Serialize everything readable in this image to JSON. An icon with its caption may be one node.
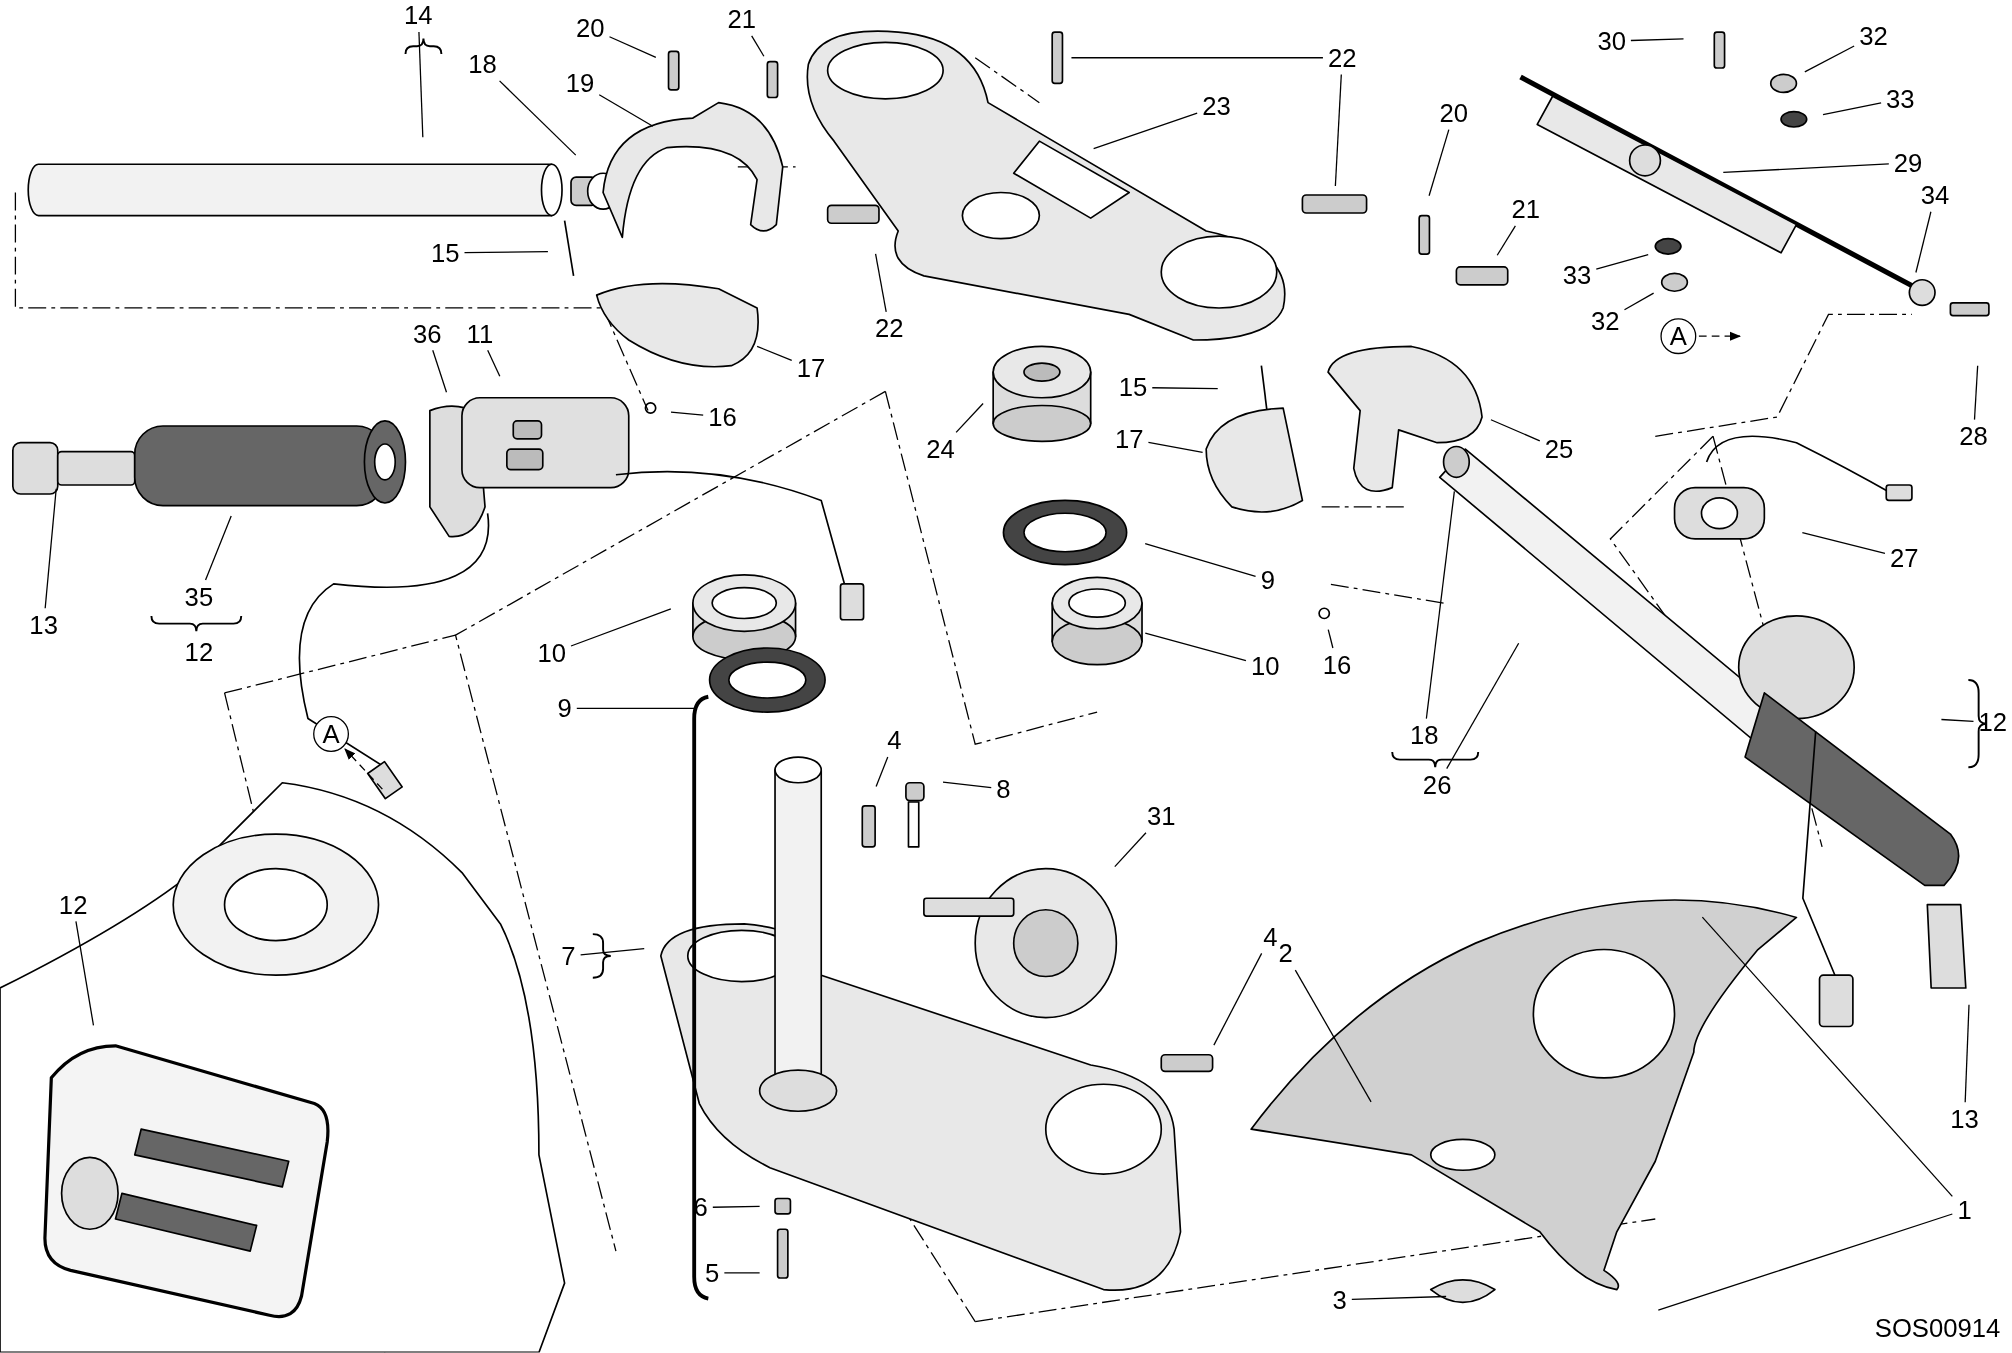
{
  "diagram": {
    "nodes": [
      {
        "text": [
          "14"
        ]
      },
      {
        "text": [
          "18"
        ]
      },
      {
        "text": [
          "20"
        ]
      },
      {
        "text": [
          "21"
        ]
      },
      {
        "text": [
          "19"
        ]
      },
      {
        "text": [
          "22"
        ]
      },
      {
        "text": [
          "23"
        ]
      },
      {
        "text": [
          "30"
        ]
      },
      {
        "text": [
          "32"
        ]
      },
      {
        "text": [
          "33"
        ]
      },
      {
        "text": [
          "29"
        ]
      },
      {
        "text": [
          "20"
        ]
      },
      {
        "text": [
          "21"
        ]
      },
      {
        "text": [
          "34"
        ]
      },
      {
        "text": [
          "15"
        ]
      },
      {
        "text": [
          "22"
        ]
      },
      {
        "text": [
          "33"
        ]
      },
      {
        "text": [
          "32"
        ]
      },
      {
        "text": [
          "A"
        ]
      },
      {
        "text": [
          "36"
        ]
      },
      {
        "text": [
          "11"
        ]
      },
      {
        "text": [
          "17"
        ]
      },
      {
        "text": [
          "24"
        ]
      },
      {
        "text": [
          "15"
        ]
      },
      {
        "text": [
          "17"
        ]
      },
      {
        "text": [
          "25"
        ]
      },
      {
        "text": [
          "28"
        ]
      },
      {
        "text": [
          "16"
        ]
      },
      {
        "text": [
          "27"
        ]
      },
      {
        "text": [
          "13"
        ]
      },
      {
        "text": [
          "35"
        ]
      },
      {
        "text": [
          "10"
        ]
      },
      {
        "text": [
          "9"
        ]
      },
      {
        "text": [
          "10"
        ]
      },
      {
        "text": [
          "16"
        ]
      },
      {
        "text": [
          "9"
        ]
      },
      {
        "text": [
          "A"
        ]
      },
      {
        "text": [
          "18"
        ]
      },
      {
        "text": [
          "26"
        ]
      },
      {
        "text": [
          "12"
        ]
      },
      {
        "text": [
          "4"
        ]
      },
      {
        "text": [
          "8"
        ]
      },
      {
        "text": [
          "31"
        ]
      },
      {
        "text": [
          "12"
        ]
      },
      {
        "text": [
          "4"
        ]
      },
      {
        "text": [
          "2"
        ]
      },
      {
        "text": [
          "7"
        ]
      },
      {
        "text": [
          "13"
        ]
      },
      {
        "text": [
          "1"
        ]
      },
      {
        "text": [
          "6"
        ]
      },
      {
        "text": [
          "5"
        ]
      },
      {
        "text": [
          "3"
        ]
      }
    ],
    "edges": [
      {
        "from": 0,
        "to": null,
        "arrow": "none"
      },
      {
        "from": 1,
        "to": null,
        "arrow": "none"
      },
      {
        "from": 2,
        "to": null,
        "arrow": "none"
      },
      {
        "from": 3,
        "to": null,
        "arrow": "none"
      },
      {
        "from": 4,
        "to": null,
        "arrow": "none"
      },
      {
        "from": 5,
        "to": null,
        "arrow": "none"
      },
      {
        "from": 5,
        "to": null,
        "arrow": "none"
      },
      {
        "from": 6,
        "to": null,
        "arrow": "none"
      },
      {
        "from": 7,
        "to": null,
        "arrow": "none"
      },
      {
        "from": 8,
        "to": null,
        "arrow": "none"
      },
      {
        "from": 9,
        "to": null,
        "arrow": "none"
      },
      {
        "from": 10,
        "to": null,
        "arrow": "none"
      },
      {
        "from": 11,
        "to": null,
        "arrow": "none"
      },
      {
        "from": 12,
        "to": null,
        "arrow": "none"
      },
      {
        "from": 13,
        "to": null,
        "arrow": "none"
      },
      {
        "from": 14,
        "to": null,
        "arrow": "none"
      },
      {
        "from": 15,
        "to": null,
        "arrow": "none"
      },
      {
        "from": 16,
        "to": null,
        "arrow": "none"
      },
      {
        "from": 17,
        "to": null,
        "arrow": "none"
      },
      {
        "from": 18,
        "to": null,
        "arrow": "to",
        "style": "dashed"
      },
      {
        "from": 19,
        "to": null,
        "arrow": "none"
      },
      {
        "from": 20,
        "to": null,
        "arrow": "none"
      },
      {
        "from": 21,
        "to": null,
        "arrow": "none"
      },
      {
        "from": 22,
        "to": null,
        "arrow": "none"
      },
      {
        "from": 23,
        "to": null,
        "arrow": "none"
      },
      {
        "from": 24,
        "to": null,
        "arrow": "none"
      },
      {
        "from": 25,
        "to": null,
        "arrow": "none"
      },
      {
        "from": 26,
        "to": null,
        "arrow": "none"
      },
      {
        "from": 27,
        "to": null,
        "arrow": "none"
      },
      {
        "from": 28,
        "to": null,
        "arrow": "none"
      },
      {
        "from": 29,
        "to": null,
        "arrow": "none"
      },
      {
        "from": 30,
        "to": null,
        "arrow": "none"
      },
      {
        "from": 31,
        "to": null,
        "arrow": "none"
      },
      {
        "from": 32,
        "to": null,
        "arrow": "none"
      },
      {
        "from": 33,
        "to": null,
        "arrow": "none"
      },
      {
        "from": 34,
        "to": null,
        "arrow": "none"
      },
      {
        "from": 35,
        "to": null,
        "arrow": "none"
      },
      {
        "from": null,
        "to": 36,
        "arrow": "to",
        "style": "dashed"
      },
      {
        "from": 37,
        "to": null,
        "arrow": "none"
      },
      {
        "from": 38,
        "to": null,
        "arrow": "none"
      },
      {
        "from": 39,
        "to": null,
        "arrow": "none"
      },
      {
        "from": 40,
        "to": null,
        "arrow": "none"
      },
      {
        "from": 41,
        "to": null,
        "arrow": "none"
      },
      {
        "from": 42,
        "to": null,
        "arrow": "none"
      },
      {
        "from": 43,
        "to": null,
        "arrow": "none"
      },
      {
        "from": 44,
        "to": null,
        "arrow": "none"
      },
      {
        "from": 45,
        "to": null,
        "arrow": "none"
      },
      {
        "from": 46,
        "to": null,
        "arrow": "none"
      },
      {
        "from": 47,
        "to": null,
        "arrow": "none"
      },
      {
        "from": 48,
        "to": null,
        "arrow": "none"
      },
      {
        "from": 48,
        "to": null,
        "arrow": "none"
      },
      {
        "from": 49,
        "to": null,
        "arrow": "none"
      },
      {
        "from": 50,
        "to": null,
        "arrow": "none"
      },
      {
        "from": 51,
        "to": null,
        "arrow": "none"
      }
    ],
    "labels": [
      "12",
      "SOS00914"
    ]
  }
}
